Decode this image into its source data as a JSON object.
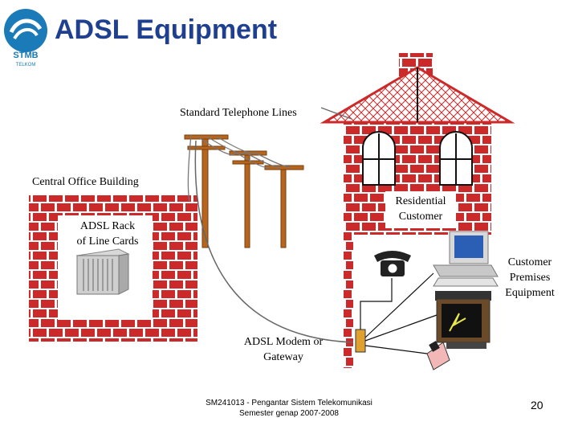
{
  "title": "ADSL Equipment",
  "logo": {
    "text": "STMB",
    "subtext": "TELKOM"
  },
  "labels": {
    "telephone_lines": "Standard Telephone Lines",
    "central_office": "Central Office Building",
    "adsl_rack_line1": "ADSL Rack",
    "adsl_rack_line2": "of Line Cards",
    "residential_line1": "Residential",
    "residential_line2": "Customer",
    "cpe_line1": "Customer",
    "cpe_line2": "Premises",
    "cpe_line3": "Equipment",
    "modem_line1": "ADSL Modem or",
    "modem_line2": "Gateway"
  },
  "footer": {
    "line1": "SM241013 - Pengantar Sistem Telekomunikasi",
    "line2": "Semester genap 2007-2008"
  },
  "page_number": "20",
  "colors": {
    "title": "#1f3f8f",
    "brick": "#cc2a2a",
    "roof": "#cc2a2a",
    "logo": "#1b7ab8"
  }
}
